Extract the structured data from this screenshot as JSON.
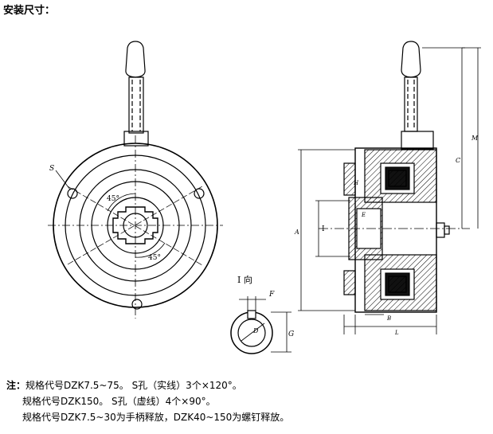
{
  "title": "安装尺寸：",
  "labels": {
    "s": "S",
    "angle1": "45°",
    "angle2": "45°",
    "view": "I  向",
    "f": "F",
    "d": "D",
    "g": "G",
    "i": "I",
    "a": "A",
    "c": "C",
    "e": "E",
    "b": "B",
    "l": "L",
    "h": "H",
    "m": "M"
  },
  "notes": {
    "lead": "注：",
    "line1": "规格代号DZK7.5~75。 S孔（实线）3个×120°。",
    "line2": "规格代号DZK150。 S孔（虚线）4个×90°。",
    "line3": "规格代号DZK7.5~30为手柄释放，DZK40~150为螺钉释放。"
  }
}
